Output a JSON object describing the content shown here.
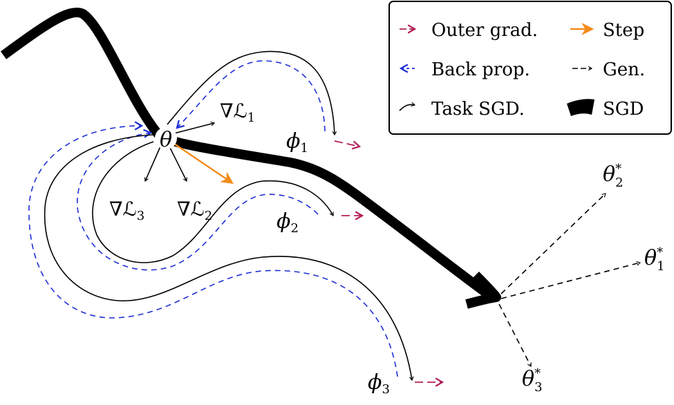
{
  "colors": {
    "outer_grad": "#b0205a",
    "back_prop": "#1f2fd6",
    "step": "#f28c1a",
    "task_sgd": "#000000",
    "gen": "#000000",
    "sgd": "#000000"
  },
  "labels": {
    "theta": "θ",
    "grad_l1": "∇ℒ",
    "grad_l1_sub": "1",
    "grad_l2": "∇ℒ",
    "grad_l2_sub": "2",
    "grad_l3": "∇ℒ",
    "grad_l3_sub": "3",
    "phi1": "ϕ",
    "phi1_sub": "1",
    "phi2": "ϕ",
    "phi2_sub": "2",
    "phi3": "ϕ",
    "phi3_sub": "3",
    "theta_star_1": "θ",
    "theta_star_1_sup": "*",
    "theta_star_1_sub": "1",
    "theta_star_2": "θ",
    "theta_star_2_sup": "*",
    "theta_star_2_sub": "2",
    "theta_star_3": "θ",
    "theta_star_3_sup": "*",
    "theta_star_3_sub": "3"
  },
  "legend": {
    "outer_grad": "Outer grad.",
    "step": "Step",
    "back_prop": "Back prop.",
    "gen": "Gen.",
    "task_sgd": "Task SGD.",
    "sgd": "SGD"
  }
}
